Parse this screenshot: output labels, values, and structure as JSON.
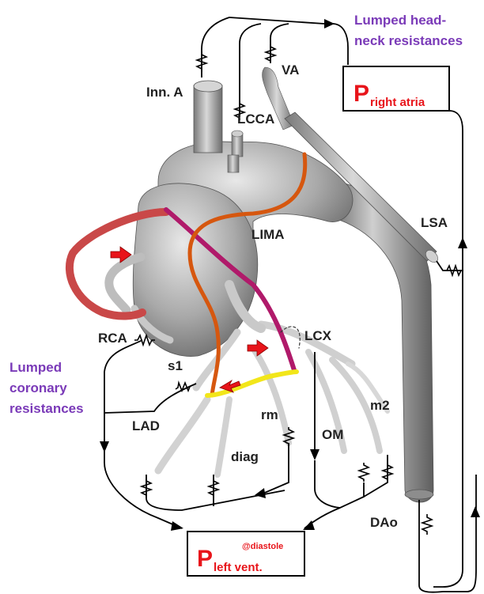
{
  "labels": {
    "inn_a": "Inn. A",
    "lcca": "LCCA",
    "va": "VA",
    "lsa": "LSA",
    "lima": "LIMA",
    "rca": "RCA",
    "s1": "s1",
    "lcx": "LCX",
    "lad": "LAD",
    "rm": "rm",
    "diag": "diag",
    "om": "OM",
    "m2": "m2",
    "dao": "DAo"
  },
  "lumped_head_neck": [
    "Lumped head-",
    "neck resistances"
  ],
  "lumped_coronary": [
    "Lumped",
    "coronary",
    "resistances"
  ],
  "right_atria_box": {
    "p": "P",
    "sub": "right atria"
  },
  "left_vent_box": {
    "p": "P",
    "sub": "left vent.",
    "sup": "@diastole"
  },
  "colors": {
    "purple_text": "#7a3ab8",
    "red_text": "#e8141a",
    "rca_graft": "#c94848",
    "lima_graft": "#b01a6a",
    "orange_graft": "#d6570f",
    "yellow_graft": "#f2e61a",
    "arrow_red": "#e8141a",
    "vessel_gray": "#b5b5b5"
  }
}
